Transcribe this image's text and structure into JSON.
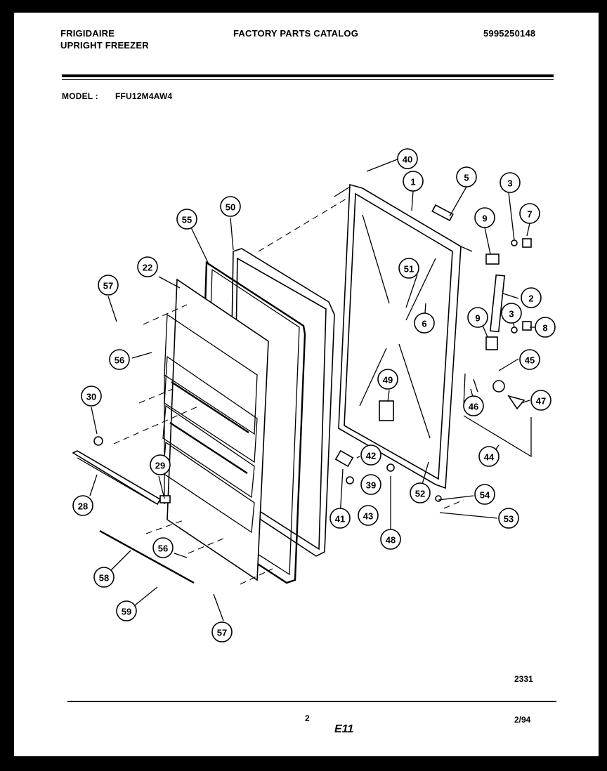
{
  "header": {
    "brand": "FRIGIDAIRE",
    "product": "UPRIGHT FREEZER",
    "catalog": "FACTORY PARTS CATALOG",
    "number": "5995250148",
    "model_label": "MODEL :",
    "model": "FFU12M4AW4"
  },
  "callouts": [
    "40",
    "1",
    "5",
    "3",
    "7",
    "9",
    "2",
    "3",
    "8",
    "9",
    "45",
    "47",
    "46",
    "44",
    "51",
    "6",
    "49",
    "42",
    "39",
    "43",
    "41",
    "48",
    "52",
    "54",
    "53",
    "50",
    "55",
    "22",
    "57",
    "56",
    "30",
    "29",
    "28",
    "58",
    "56",
    "59",
    "57"
  ],
  "footer": {
    "code": "2331",
    "page": "2",
    "section": "E11",
    "date": "2/94"
  }
}
